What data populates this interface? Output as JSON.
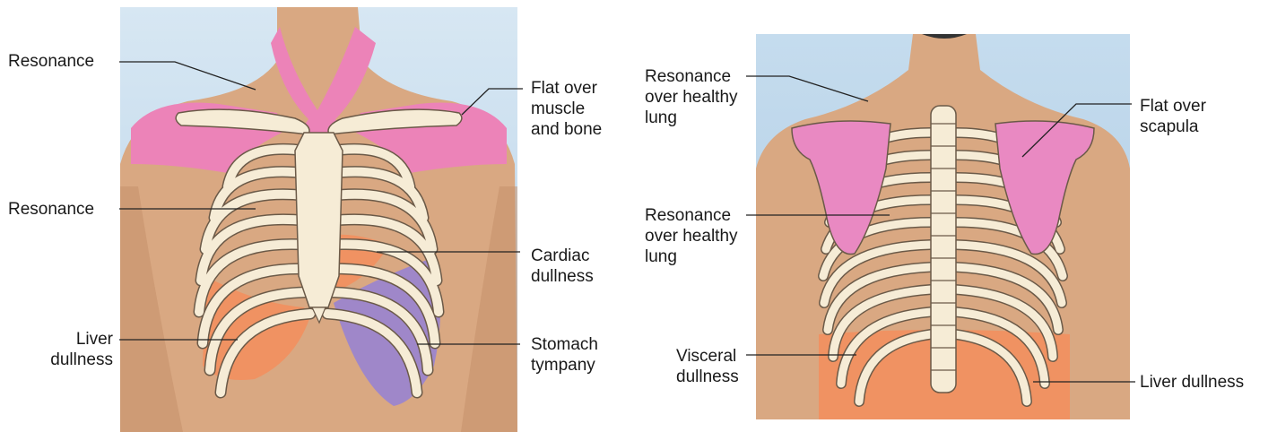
{
  "front_labels": {
    "resonance_upper": "Resonance",
    "flat_muscle_bone": "Flat over\nmuscle\nand bone",
    "resonance_mid": "Resonance",
    "cardiac_dullness": "Cardiac\ndullness",
    "liver_dullness": "Liver\ndullness",
    "stomach_tympany": "Stomach\ntympany"
  },
  "back_labels": {
    "resonance_upper": "Resonance\nover healthy\nlung",
    "flat_scapula": "Flat over\nscapula",
    "resonance_mid": "Resonance\nover healthy\nlung",
    "visceral_dullness": "Visceral\ndullness",
    "liver_dullness": "Liver dullness"
  },
  "colors": {
    "skin": "#d9a882",
    "skin_shadow": "#c48d68",
    "background_sky": "#c5dcee",
    "flat_pink": "#ec83b8",
    "scapula_pink": "#e989c2",
    "dullness_orange": "#f09262",
    "tympany_purple": "#9f87c9",
    "bone": "#f6ecd6",
    "bone_outline": "#6b5a48",
    "leader_line": "#222222"
  }
}
